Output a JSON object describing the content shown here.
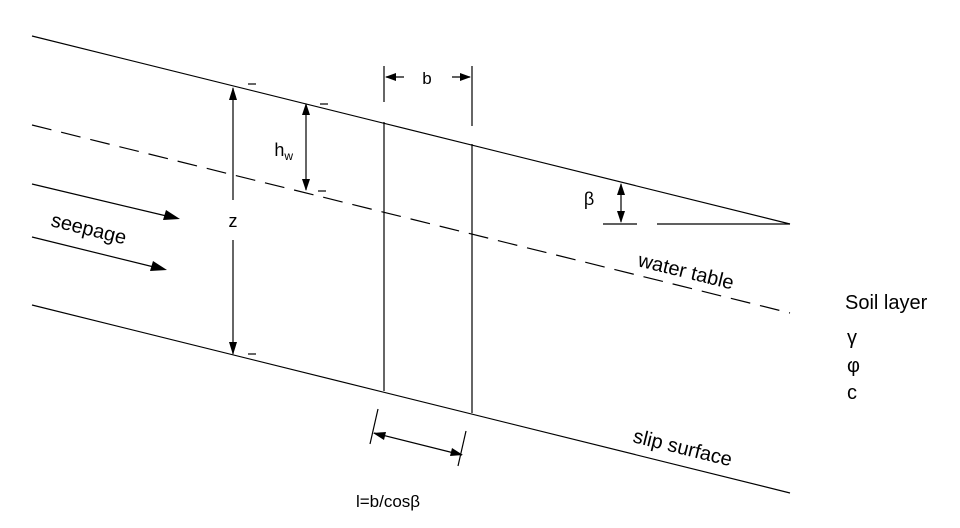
{
  "labels": {
    "b": "b",
    "h": "h",
    "w_sub": "w",
    "z": "z",
    "beta": "β",
    "seepage": "seepage",
    "water_table": "water table",
    "slip_surface": "slip surface",
    "length": "l=b/cosβ",
    "soil_layer": "Soil layer",
    "gamma": "γ",
    "phi": "φ",
    "c": "c"
  }
}
